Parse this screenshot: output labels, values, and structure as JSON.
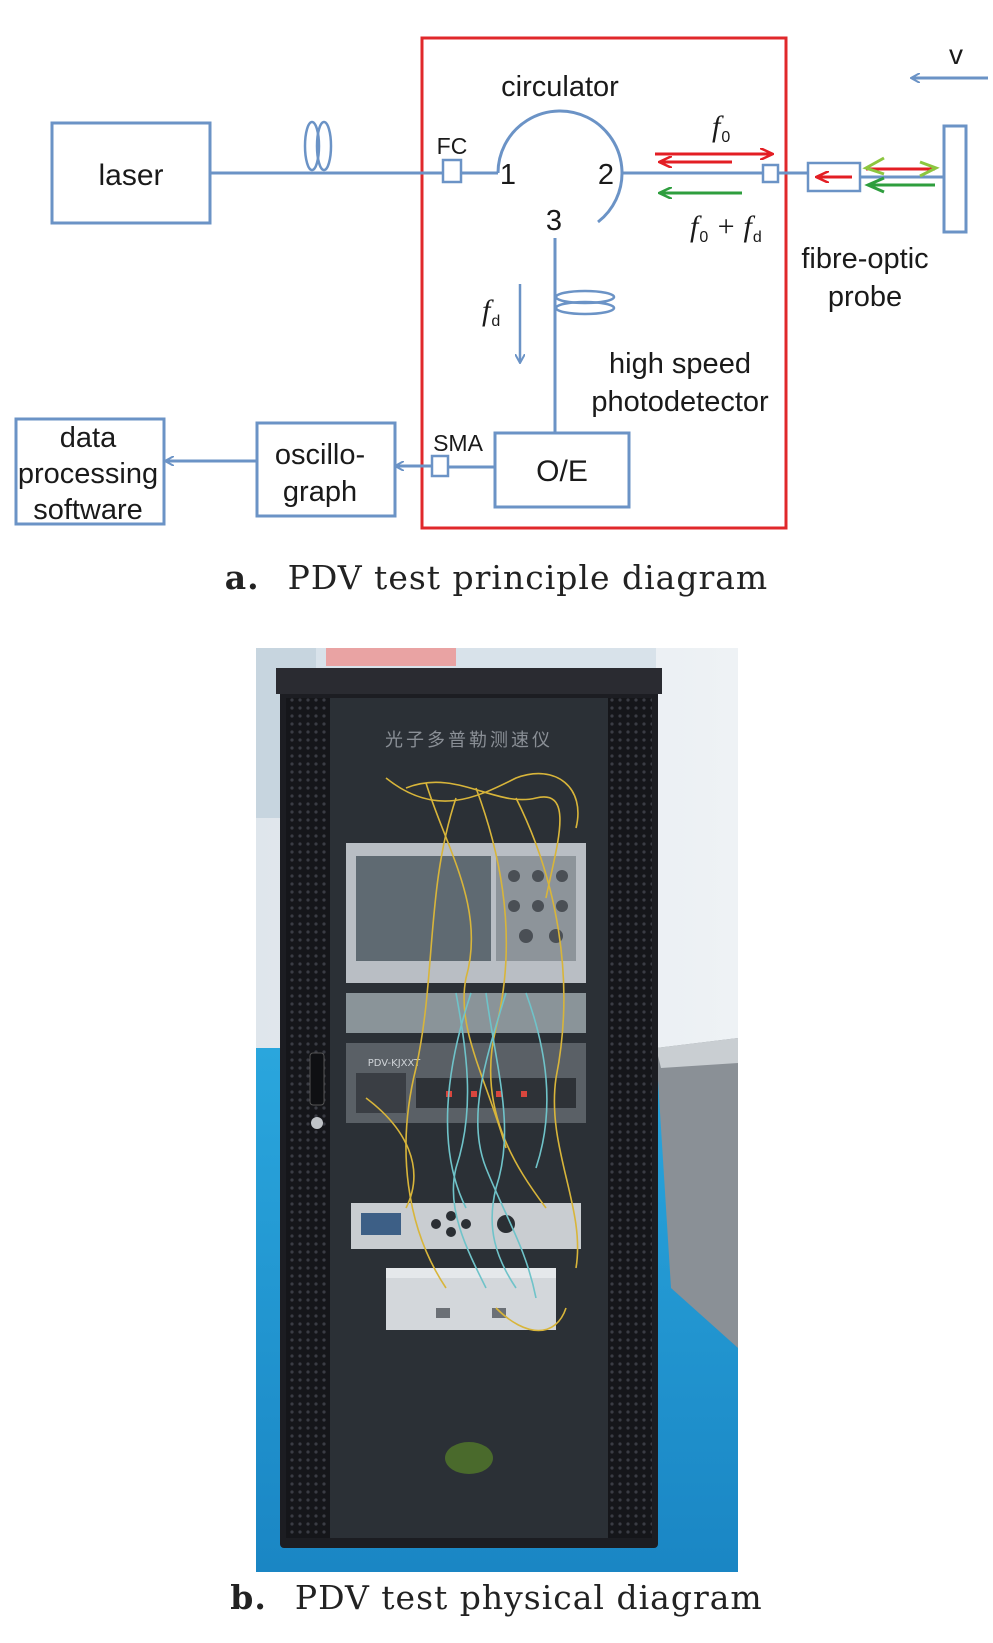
{
  "diagram": {
    "laser_label": "laser",
    "circulator_label": "circulator",
    "fc_label": "FC",
    "port1_label": "1",
    "port2_label": "2",
    "port3_label": "3",
    "f0_symbol": "f",
    "f0_sub": "0",
    "f0fd_part1": "f",
    "f0fd_sub1": "0",
    "f0fd_plus": " + f",
    "f0fd_sub2": "d",
    "fd_symbol": "f",
    "fd_sub": "d",
    "probe_label_line1": "fibre-optic",
    "probe_label_line2": "probe",
    "velocity_label": "v",
    "photodetector_line1": "high speed",
    "photodetector_line2": "photodetector",
    "oe_label": "O/E",
    "sma_label": "SMA",
    "oscillograph_line1": "oscillo-",
    "oscillograph_line2": "graph",
    "software_line1": "data",
    "software_line2": "processing",
    "software_line3": "software"
  },
  "captions": {
    "a_letter": "a.",
    "a_text": "PDV test principle diagram",
    "b_letter": "b.",
    "b_text": "PDV test physical diagram"
  },
  "photo": {
    "cabinet_sign": "光子多普勒测速仪",
    "pdv_panel_label": "PDV-KJXXT"
  },
  "colors": {
    "line_blue": "#6b93c6",
    "box_red": "#e0282b",
    "arrow_red": "#e31e24",
    "arrow_green": "#2e9e3e",
    "arrow_lightgreen": "#8cc63f",
    "floor_blue": "#1f9bd6",
    "cabinet_black": "#1c1d22"
  }
}
